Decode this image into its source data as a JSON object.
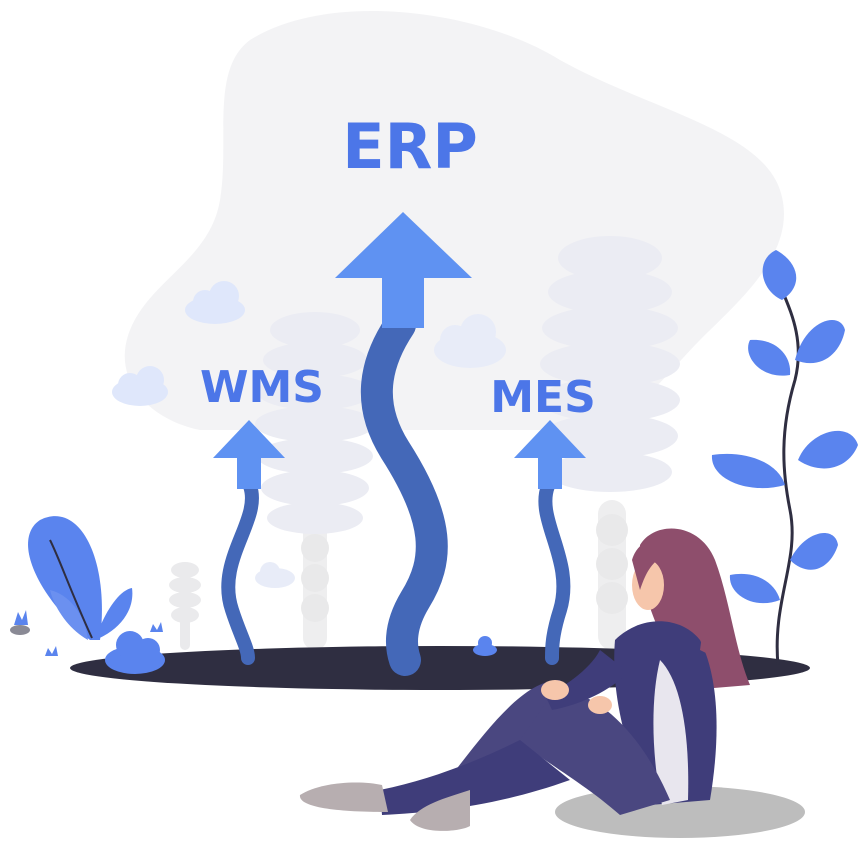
{
  "labels": {
    "center": "ERP",
    "left": "WMS",
    "right": "MES"
  },
  "colors": {
    "accent": "#4c76e8",
    "arrow_head": "#5f92f2",
    "arrow_stem": "#4468b8",
    "leaf": "#5a84ee",
    "ground": "#2f2e41",
    "hair": "#8e4e6c",
    "jacket": "#3f3d7a",
    "pants": "#4a4780",
    "skin": "#f6c6ab",
    "shoe": "#b7aeb0",
    "background_blob": "#f2f2f4"
  },
  "icons": [
    "arrow-up-icon",
    "cloud-icon",
    "tree-icon",
    "plant-icon",
    "person-sitting"
  ]
}
